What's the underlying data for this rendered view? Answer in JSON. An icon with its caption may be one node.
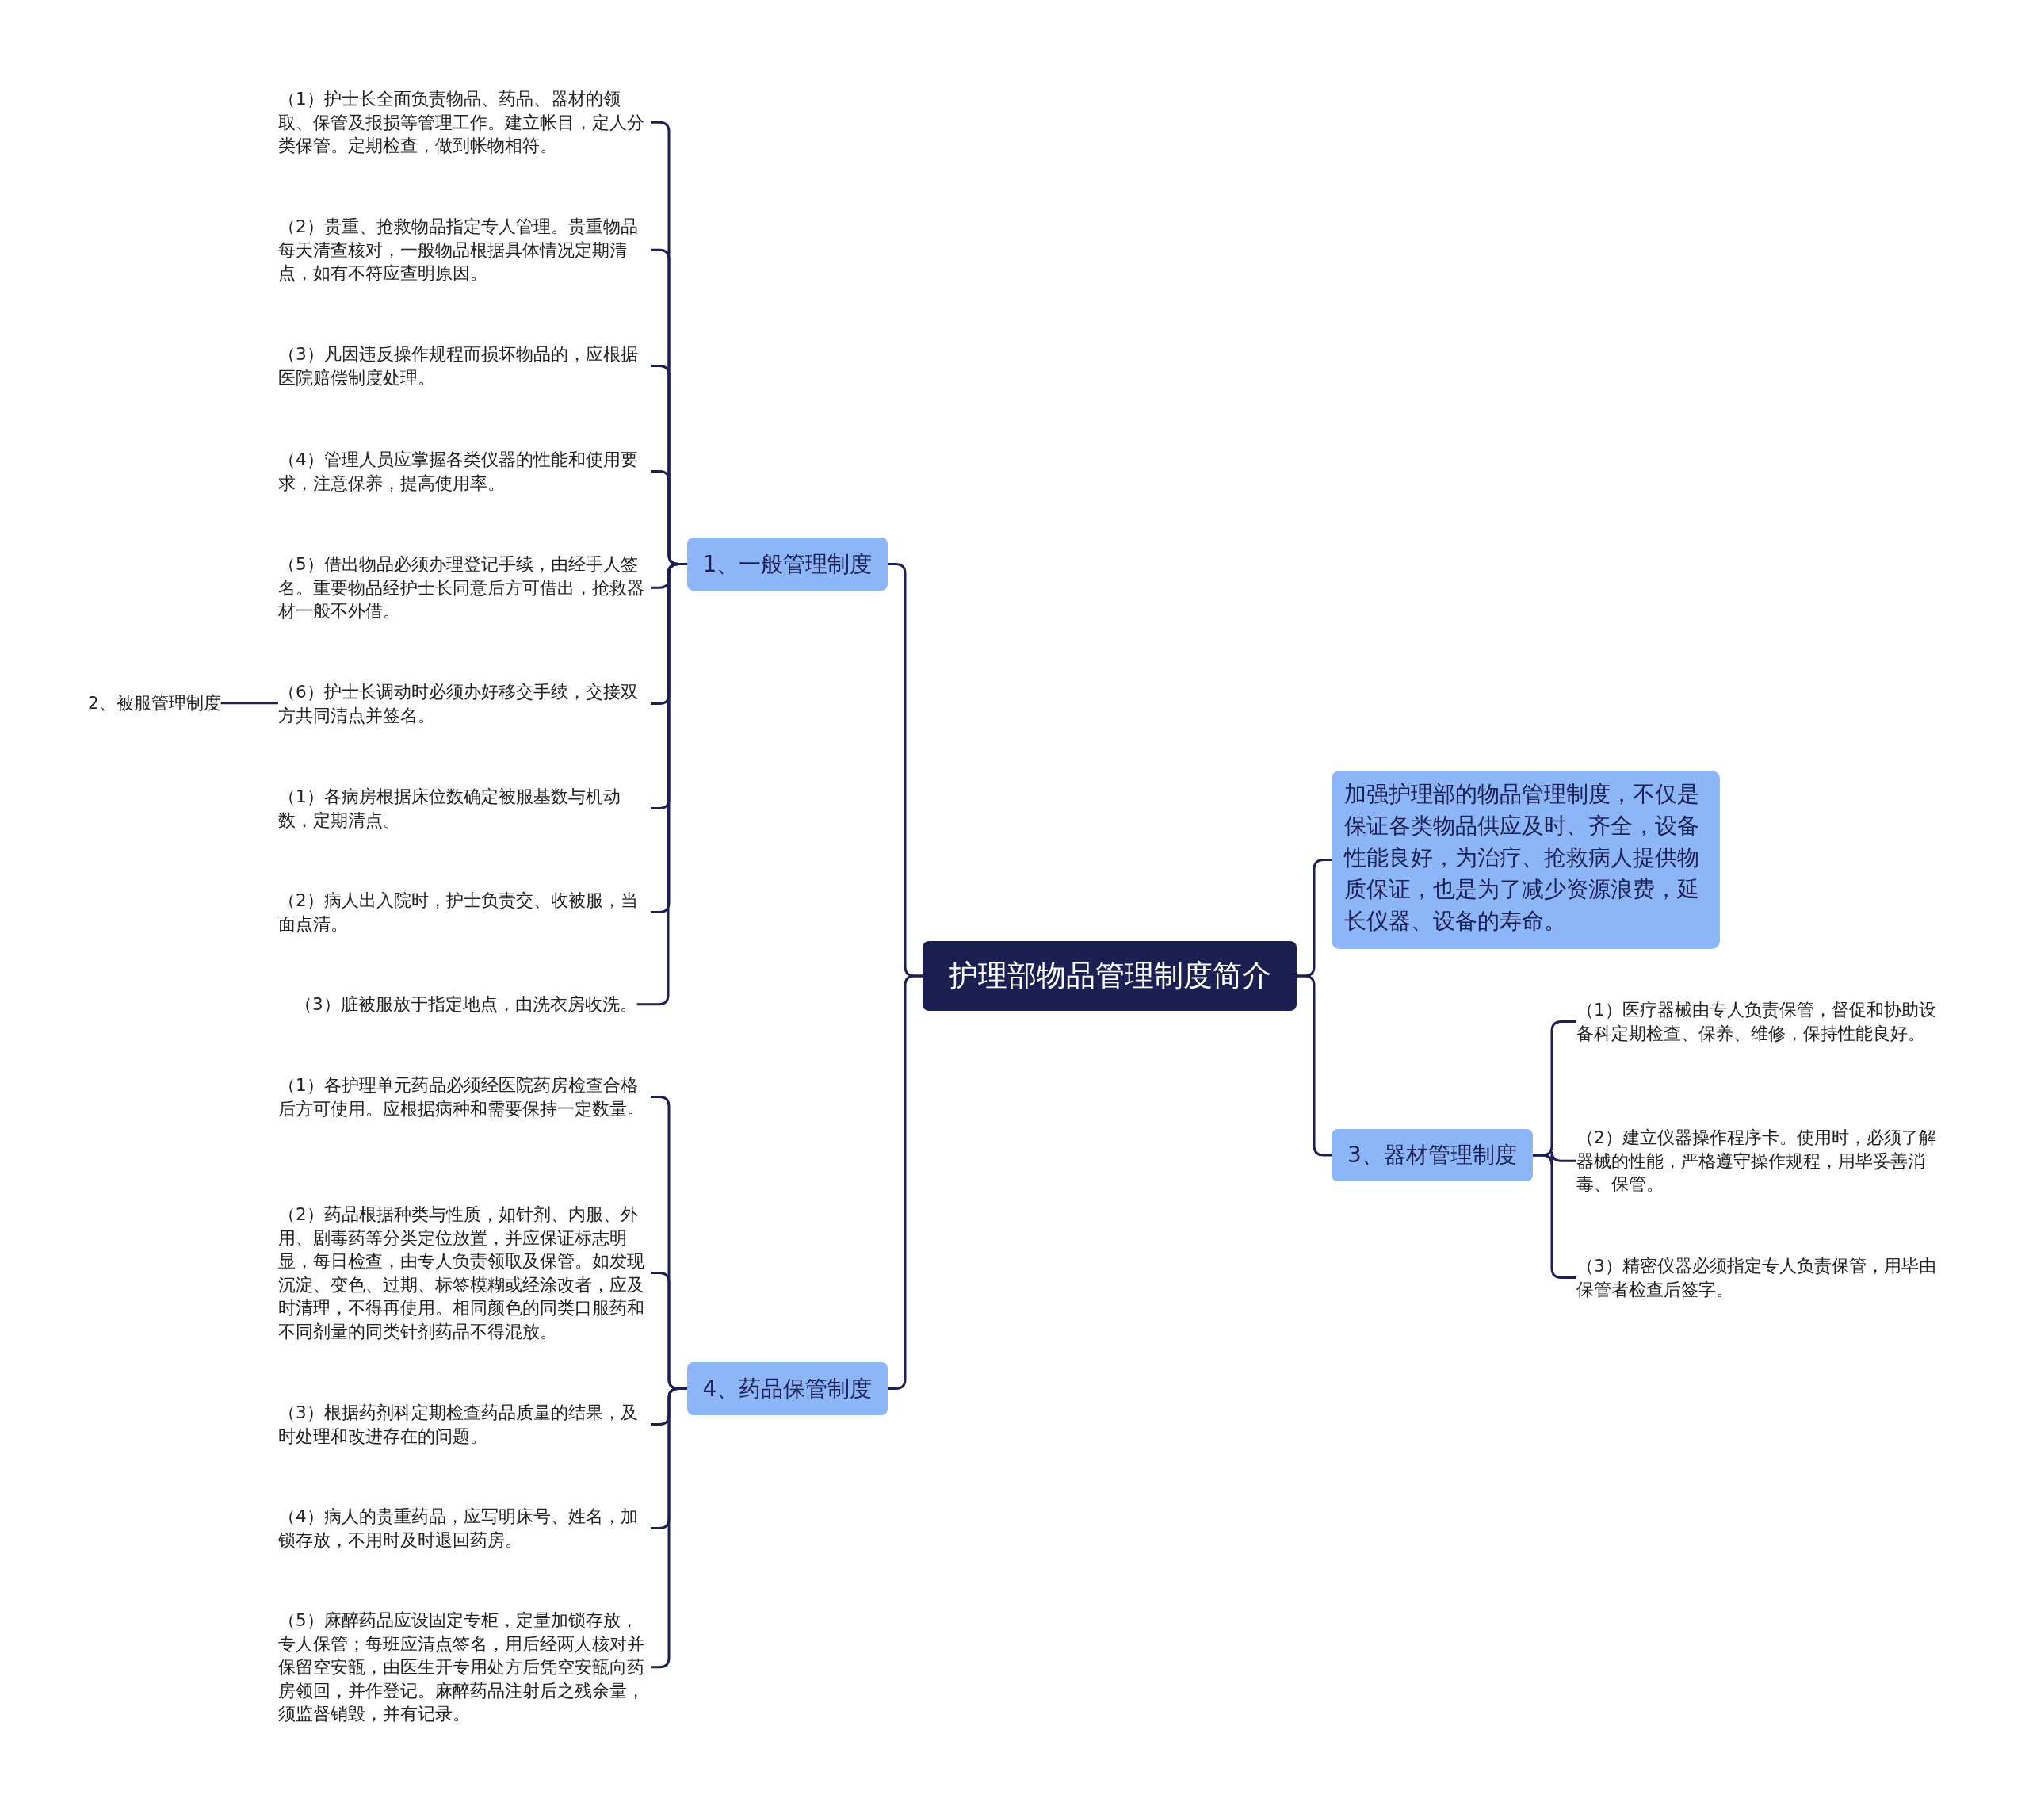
{
  "diagram": {
    "nodes": [
      {
        "text": [
          "护理部物品管理制度简介"
        ]
      },
      {
        "text": [
          "1、一般管理制度"
        ]
      },
      {
        "text": [
          "（1）护士长全面负责物品、药品、器材的领取、保管及报损等管理工作。建立帐目，定人分类保管。定期检查，做到帐物相符。"
        ]
      },
      {
        "text": [
          "（2）贵重、抢救物品指定专人管理。贵重物品每天清查核对，一般物品根据具体情况定期清点，如有不符应查明原因。"
        ]
      },
      {
        "text": [
          "（3）凡因违反操作规程而损坏物品的，应根据医院赔偿制度处理。"
        ]
      },
      {
        "text": [
          "（4）管理人员应掌握各类仪器的性能和使用要求，注意保养，提高使用率。"
        ]
      },
      {
        "text": [
          "（5）借出物品必须办理登记手续，由经手人签名。重要物品经护士长同意后方可借出，抢救器材一般不外借。"
        ]
      },
      {
        "text": [
          "（6）护士长调动时必须办好移交手续，交接双方共同清点并签名。"
        ]
      },
      {
        "text": [
          "2、被服管理制度"
        ]
      },
      {
        "text": [
          "（1）各病房根据床位数确定被服基数与机动数，定期清点。"
        ]
      },
      {
        "text": [
          "（2）病人出入院时，护士负责交、收被服，当面点清。"
        ]
      },
      {
        "text": [
          "（3）脏被服放于指定地点，由洗衣房收洗。"
        ]
      },
      {
        "text": [
          "4、药品保管制度"
        ]
      },
      {
        "text": [
          "（1）各护理单元药品必须经医院药房检查合格后方可使用。应根据病种和需要保持一定数量。"
        ]
      },
      {
        "text": [
          "（2）药品根据种类与性质，如针剂、内服、外用、剧毒药等分类定位放置，并应保证标志明显，每日检查，由专人负责领取及保管。如发现沉淀、变色、过期、标签模糊或经涂改者，应及时清理，不得再使用。相同颜色的同类口服药和不同剂量的同类针剂药品不得混放。"
        ]
      },
      {
        "text": [
          "（3）根据药剂科定期检查药品质量的结果，及时处理和改进存在的问题。"
        ]
      },
      {
        "text": [
          "（4）病人的贵重药品，应写明床号、姓名，加锁存放，不用时及时退回药房。"
        ]
      },
      {
        "text": [
          "（5）麻醉药品应设固定专柜，定量加锁存放，专人保管；每班应清点签名，用后经两人核对并保留空安瓿，由医生开专用处方后凭空安瓿向药房领回，并作登记。麻醉药品注射后之残余量，须监督销毁，并有记录。"
        ]
      },
      {
        "text": [
          "加强护理部的物品管理制度，不仅是保证各类物品供应及时、齐全，设备性能良好，为治疗、抢救病人提供物质保证，也是为了减少资源浪费，延长仪器、设备的寿命。"
        ]
      },
      {
        "text": [
          "3、器材管理制度"
        ]
      },
      {
        "text": [
          "（1）医疗器械由专人负责保管，督促和协助设备科定期检查、保养、维修，保持性能良好。"
        ]
      },
      {
        "text": [
          "（2）建立仪器操作程序卡。使用时，必须了解器械的性能，严格遵守操作规程，用毕妥善消毒、保管。"
        ]
      },
      {
        "text": [
          "（3）精密仪器必须指定专人负责保管，用毕由保管者检查后签字。"
        ]
      }
    ],
    "edges": [
      {
        "from": 0,
        "to": 1,
        "arrow": "none"
      },
      {
        "from": 1,
        "to": 2,
        "arrow": "none"
      },
      {
        "from": 1,
        "to": 3,
        "arrow": "none"
      },
      {
        "from": 1,
        "to": 4,
        "arrow": "none"
      },
      {
        "from": 1,
        "to": 5,
        "arrow": "none"
      },
      {
        "from": 1,
        "to": 6,
        "arrow": "none"
      },
      {
        "from": 1,
        "to": 7,
        "arrow": "none"
      },
      {
        "from": 8,
        "to": 7,
        "arrow": "none"
      },
      {
        "from": 1,
        "to": 9,
        "arrow": "none"
      },
      {
        "from": 1,
        "to": 10,
        "arrow": "none"
      },
      {
        "from": 1,
        "to": 11,
        "arrow": "none"
      },
      {
        "from": 0,
        "to": 12,
        "arrow": "none"
      },
      {
        "from": 12,
        "to": 13,
        "arrow": "none"
      },
      {
        "from": 12,
        "to": 14,
        "arrow": "none"
      },
      {
        "from": 12,
        "to": 15,
        "arrow": "none"
      },
      {
        "from": 12,
        "to": 16,
        "arrow": "none"
      },
      {
        "from": 12,
        "to": 17,
        "arrow": "none"
      },
      {
        "from": 0,
        "to": 18,
        "arrow": "none"
      },
      {
        "from": 0,
        "to": 19,
        "arrow": "none"
      },
      {
        "from": 19,
        "to": 20,
        "arrow": "none"
      },
      {
        "from": 19,
        "to": 21,
        "arrow": "none"
      },
      {
        "from": 19,
        "to": 22,
        "arrow": "none"
      }
    ]
  }
}
